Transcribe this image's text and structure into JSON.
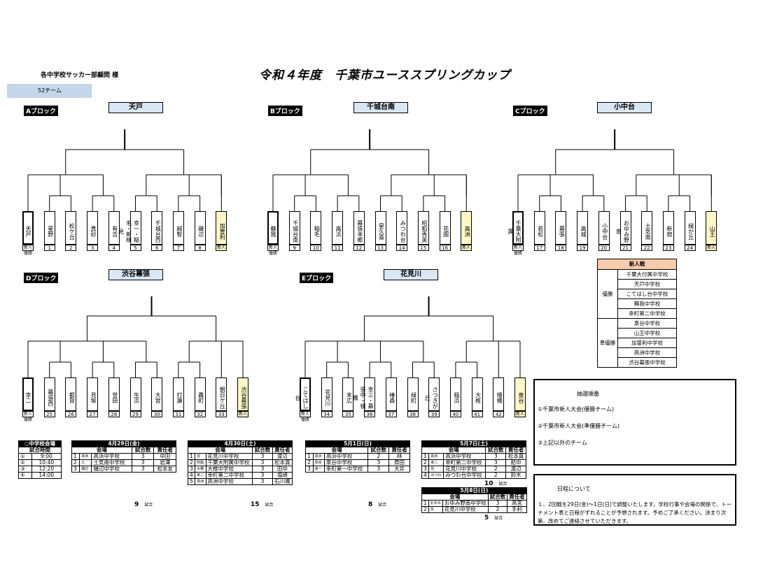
{
  "header": {
    "title": "令和４年度　千葉市ユーススプリングカップ",
    "addressee": "各中学校サッカー部顧問 様",
    "team_count": "52チーム"
  },
  "blocks": [
    {
      "label": "Aブロック",
      "final": "天戸",
      "teams": [
        "天戸",
        "星野",
        "松ケ丘",
        "真砂",
        "有吉",
        "幸一・稲毛・新検見",
        "千城台西",
        "越智",
        "磯辺",
        "加曽利"
      ],
      "nums": [
        "新人優勝",
        "1",
        "2",
        "3",
        "4",
        "5",
        "6",
        "7",
        "8",
        "新人"
      ]
    },
    {
      "label": "Bブロック",
      "final": "千城台南",
      "teams": [
        "蘇我",
        "千城台南",
        "稲毛",
        "高浜",
        "幕張本郷",
        "星久喜",
        "みつわ台",
        "昭和秀英",
        "花園",
        "高洲"
      ],
      "nums": [
        "新人優勝",
        "9",
        "10",
        "11",
        "12",
        "13",
        "14",
        "15",
        "16",
        "新人"
      ]
    },
    {
      "label": "Cブロック",
      "final": "小中台",
      "teams": [
        "千葉大附属",
        "若松",
        "幕張",
        "高城",
        "小中台",
        "おゆみ野南",
        "土気南",
        "新宿",
        "緑が丘",
        "山王"
      ],
      "nums": [
        "新人優勝",
        "17",
        "18",
        "19",
        "20",
        "21",
        "22",
        "23",
        "24",
        "新人"
      ]
    },
    {
      "label": "Dブロック",
      "final": "渋谷幕張",
      "teams": [
        "幸二",
        "幕張西",
        "都賀",
        "貝塚",
        "誉田",
        "生浜",
        "大宮",
        "打瀬",
        "轟町",
        "朝日ケ丘",
        "渋谷幕張"
      ],
      "nums": [
        "新人優勝",
        "25",
        "26",
        "27",
        "28",
        "29",
        "30",
        "31",
        "32",
        "33",
        "新人"
      ]
    },
    {
      "label": "Eブロック",
      "final": "花見川",
      "teams": [
        "こてはし台",
        "花見川",
        "末広",
        "幸三・幕張中・犢橋",
        "椿森",
        "緑町",
        "さつきが丘",
        "稲浜",
        "大椎",
        "犢橋",
        "泉谷"
      ],
      "nums": [
        "新人優勝",
        "34",
        "35",
        "36",
        "37",
        "38",
        "39",
        "40",
        "41",
        "42",
        "新人"
      ]
    }
  ],
  "shinjin": {
    "title": "新人戦",
    "win_label": "優勝",
    "win": [
      "千葉大付属中学校",
      "天戸中学校",
      "こてはし台中学校",
      "蘇我中学校",
      "幸町第二中学校"
    ],
    "runner_label": "準優勝",
    "runner": [
      "泉谷中学校",
      "山王中学校",
      "加曽利中学校",
      "高洲中学校",
      "渋谷幕張中学校"
    ]
  },
  "lottery": {
    "title": "抽選順番",
    "items": [
      "①千葉市新人大会(優勝チーム)",
      "②千葉市新人大会(準優勝チーム)",
      "③上記以外のチーム"
    ]
  },
  "schedule_note": {
    "title": "日程について",
    "body": "１、2回戦を29日(金)～1日(日)で調整いたします。学校行事や会場の関係で、トーナメント表と日程がずれることが予想されます。予めご了承ください。決まり次第、改めてご連絡させていただきます。"
  },
  "times": {
    "title": "○中学校会場",
    "sub": "試合時間",
    "rows": [
      [
        "①",
        "9:00"
      ],
      [
        "②",
        "10:40"
      ],
      [
        "③",
        "12:20"
      ],
      [
        "④",
        "14:00"
      ]
    ]
  },
  "days": [
    {
      "title": "4月29日(金)",
      "rows": [
        [
          "1",
          "高浜",
          "高浜中学校",
          "3",
          "中田"
        ],
        [
          "2",
          "土",
          "土気南中学校",
          "3",
          "岩澤"
        ],
        [
          "3",
          "磯辺",
          "磯辺中学校",
          "3",
          "松本友"
        ]
      ],
      "total": "9",
      "unit": "試合"
    },
    {
      "title": "4月30日(土)",
      "rows": [
        [
          "1",
          "花",
          "花見川中学校",
          "3",
          "渡辺"
        ],
        [
          "2",
          "附属",
          "千葉大附属中学校",
          "3",
          "松本真"
        ],
        [
          "3",
          "大椎",
          "大椎中学校",
          "3",
          "田中"
        ],
        [
          "4",
          "幸二",
          "幸町第二中学校",
          "3",
          "塩崎"
        ],
        [
          "5",
          "高洲",
          "高洲中学校",
          "3",
          "石川颯"
        ]
      ],
      "total": "15",
      "unit": "試合"
    },
    {
      "title": "5月1日(日)",
      "rows": [
        [
          "1",
          "高浜",
          "高浜中学校",
          "2",
          "林"
        ],
        [
          "2",
          "泉谷",
          "泉谷中学校",
          "3",
          "原田"
        ],
        [
          "3",
          "幸一",
          "幸町第一中学校",
          "3",
          "大井"
        ]
      ],
      "total": "8",
      "unit": "試合"
    },
    {
      "title": "5月7日(土)",
      "rows": [
        [
          "1",
          "高浜",
          "高浜中学校",
          "3",
          "松本真"
        ],
        [
          "2",
          "幸二",
          "幸町第二中学校",
          "3",
          "船中"
        ],
        [
          "3",
          "花",
          "花見川中学校",
          "2",
          "渡辺"
        ],
        [
          "4",
          "みつわ",
          "みつわ台中学校",
          "2",
          "鈴木"
        ]
      ],
      "total": "10",
      "unit": "試合"
    },
    {
      "title": "5月8日(日)",
      "rows": [
        [
          "1",
          "おゆみ",
          "おゆみ野南中学校",
          "3",
          "高宮"
        ],
        [
          "2",
          "花",
          "花見川中学校",
          "2",
          "手利"
        ]
      ],
      "total": "5",
      "unit": "試合"
    }
  ],
  "cols": {
    "c1": "会場",
    "c2": "試合数",
    "c3": "責任者"
  }
}
